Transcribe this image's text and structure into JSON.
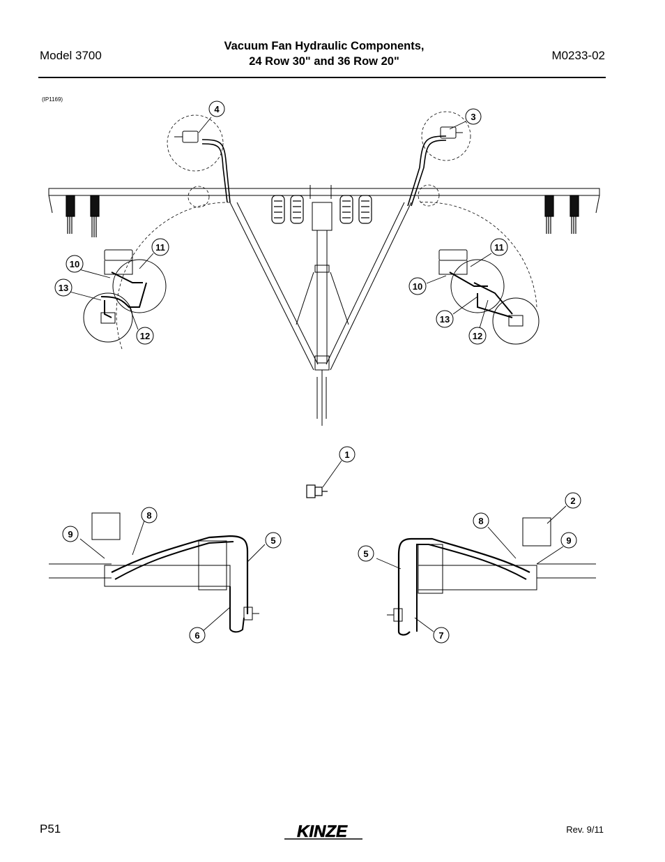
{
  "header": {
    "model": "Model 3700",
    "title_line1": "Vacuum Fan Hydraulic Components,",
    "title_line2": "24 Row 30\" and 36 Row 20\"",
    "doc_number": "M0233-02"
  },
  "figure": {
    "image_ref": "(IP1169)",
    "callouts": {
      "c1": "1",
      "c2": "2",
      "c3": "3",
      "c4": "4",
      "c5a": "5",
      "c5b": "5",
      "c6": "6",
      "c7": "7",
      "c8a": "8",
      "c8b": "8",
      "c9a": "9",
      "c9b": "9",
      "c10a": "10",
      "c10b": "10",
      "c11a": "11",
      "c11b": "11",
      "c12a": "12",
      "c12b": "12",
      "c13a": "13",
      "c13b": "13"
    }
  },
  "footer": {
    "page": "P51",
    "logo_text": "KINZE",
    "revision": "Rev. 9/11"
  }
}
